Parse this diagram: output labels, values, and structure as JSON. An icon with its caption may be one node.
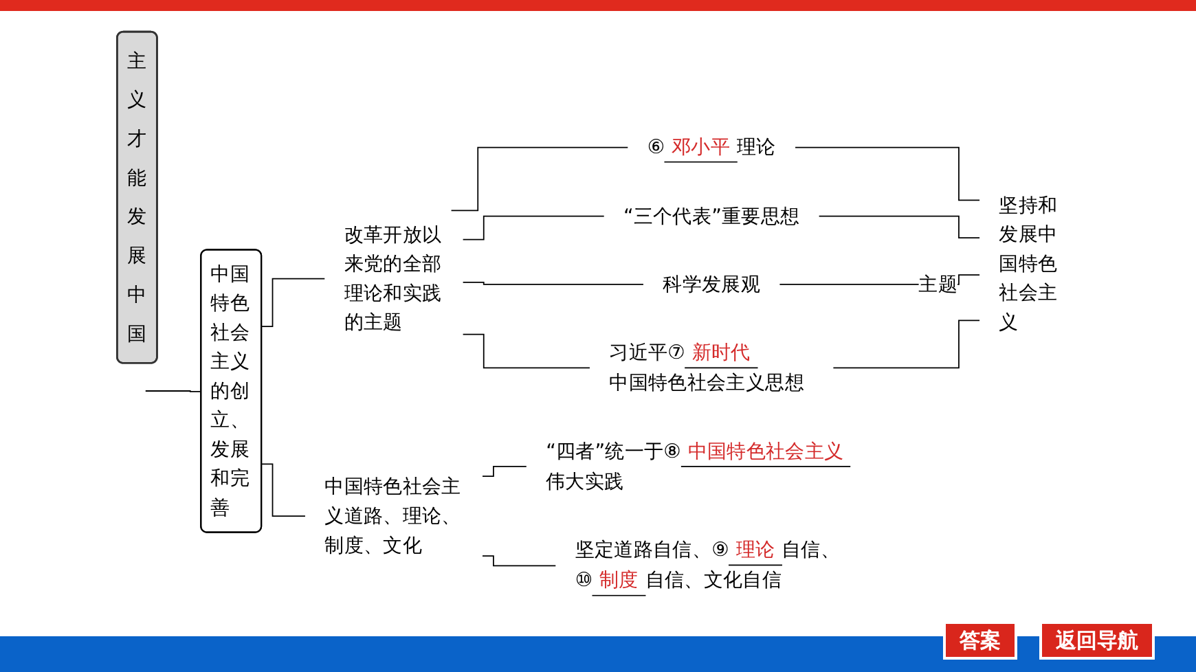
{
  "diagram": {
    "nodes": [
      {
        "text": [
          "主义才能发展中国"
        ]
      },
      {
        "text": [
          "中国特色社会主义的创立、发展和完善"
        ]
      },
      {
        "text": [
          "改革开放以来党的全部理论和实践的主题"
        ]
      },
      {
        "text": [
          "⑥",
          "邓小平",
          "理论"
        ]
      },
      {
        "text": [
          "“三个代表”重要思想"
        ]
      },
      {
        "text": [
          "科学发展观"
        ]
      },
      {
        "text": [
          "习近平⑦",
          "新时代",
          "中国特色社会主义思想"
        ]
      },
      {
        "text": [
          "坚持和发展中国特色社会主义"
        ]
      },
      {
        "text": [
          "中国特色社会主义道路、理论、制度、文化"
        ]
      },
      {
        "text": [
          "“四者”统一于⑧",
          "中国特色社会主义",
          "伟大实践"
        ]
      },
      {
        "text": [
          "坚定道路自信、⑨",
          "理论",
          "自信、",
          "⑩",
          "制度",
          "自信、文化自信"
        ]
      }
    ],
    "edges": [
      {
        "from": null,
        "to": 1,
        "arrow": "none"
      },
      {
        "from": 1,
        "to": 2,
        "arrow": "none"
      },
      {
        "from": 1,
        "to": 8,
        "arrow": "none"
      },
      {
        "from": 2,
        "to": 3,
        "arrow": "none"
      },
      {
        "from": 2,
        "to": 4,
        "arrow": "none"
      },
      {
        "from": 2,
        "to": 5,
        "arrow": "none"
      },
      {
        "from": 2,
        "to": 6,
        "arrow": "none"
      },
      {
        "from": 3,
        "to": 7,
        "arrow": "none"
      },
      {
        "from": 4,
        "to": 7,
        "arrow": "none"
      },
      {
        "from": 5,
        "to": 7,
        "arrow": "none",
        "label": "主题"
      },
      {
        "from": 6,
        "to": 7,
        "arrow": "none"
      },
      {
        "from": 8,
        "to": 9,
        "arrow": "none"
      },
      {
        "from": 8,
        "to": 10,
        "arrow": "none"
      }
    ],
    "labels": [
      "答案",
      "返回导航"
    ]
  }
}
